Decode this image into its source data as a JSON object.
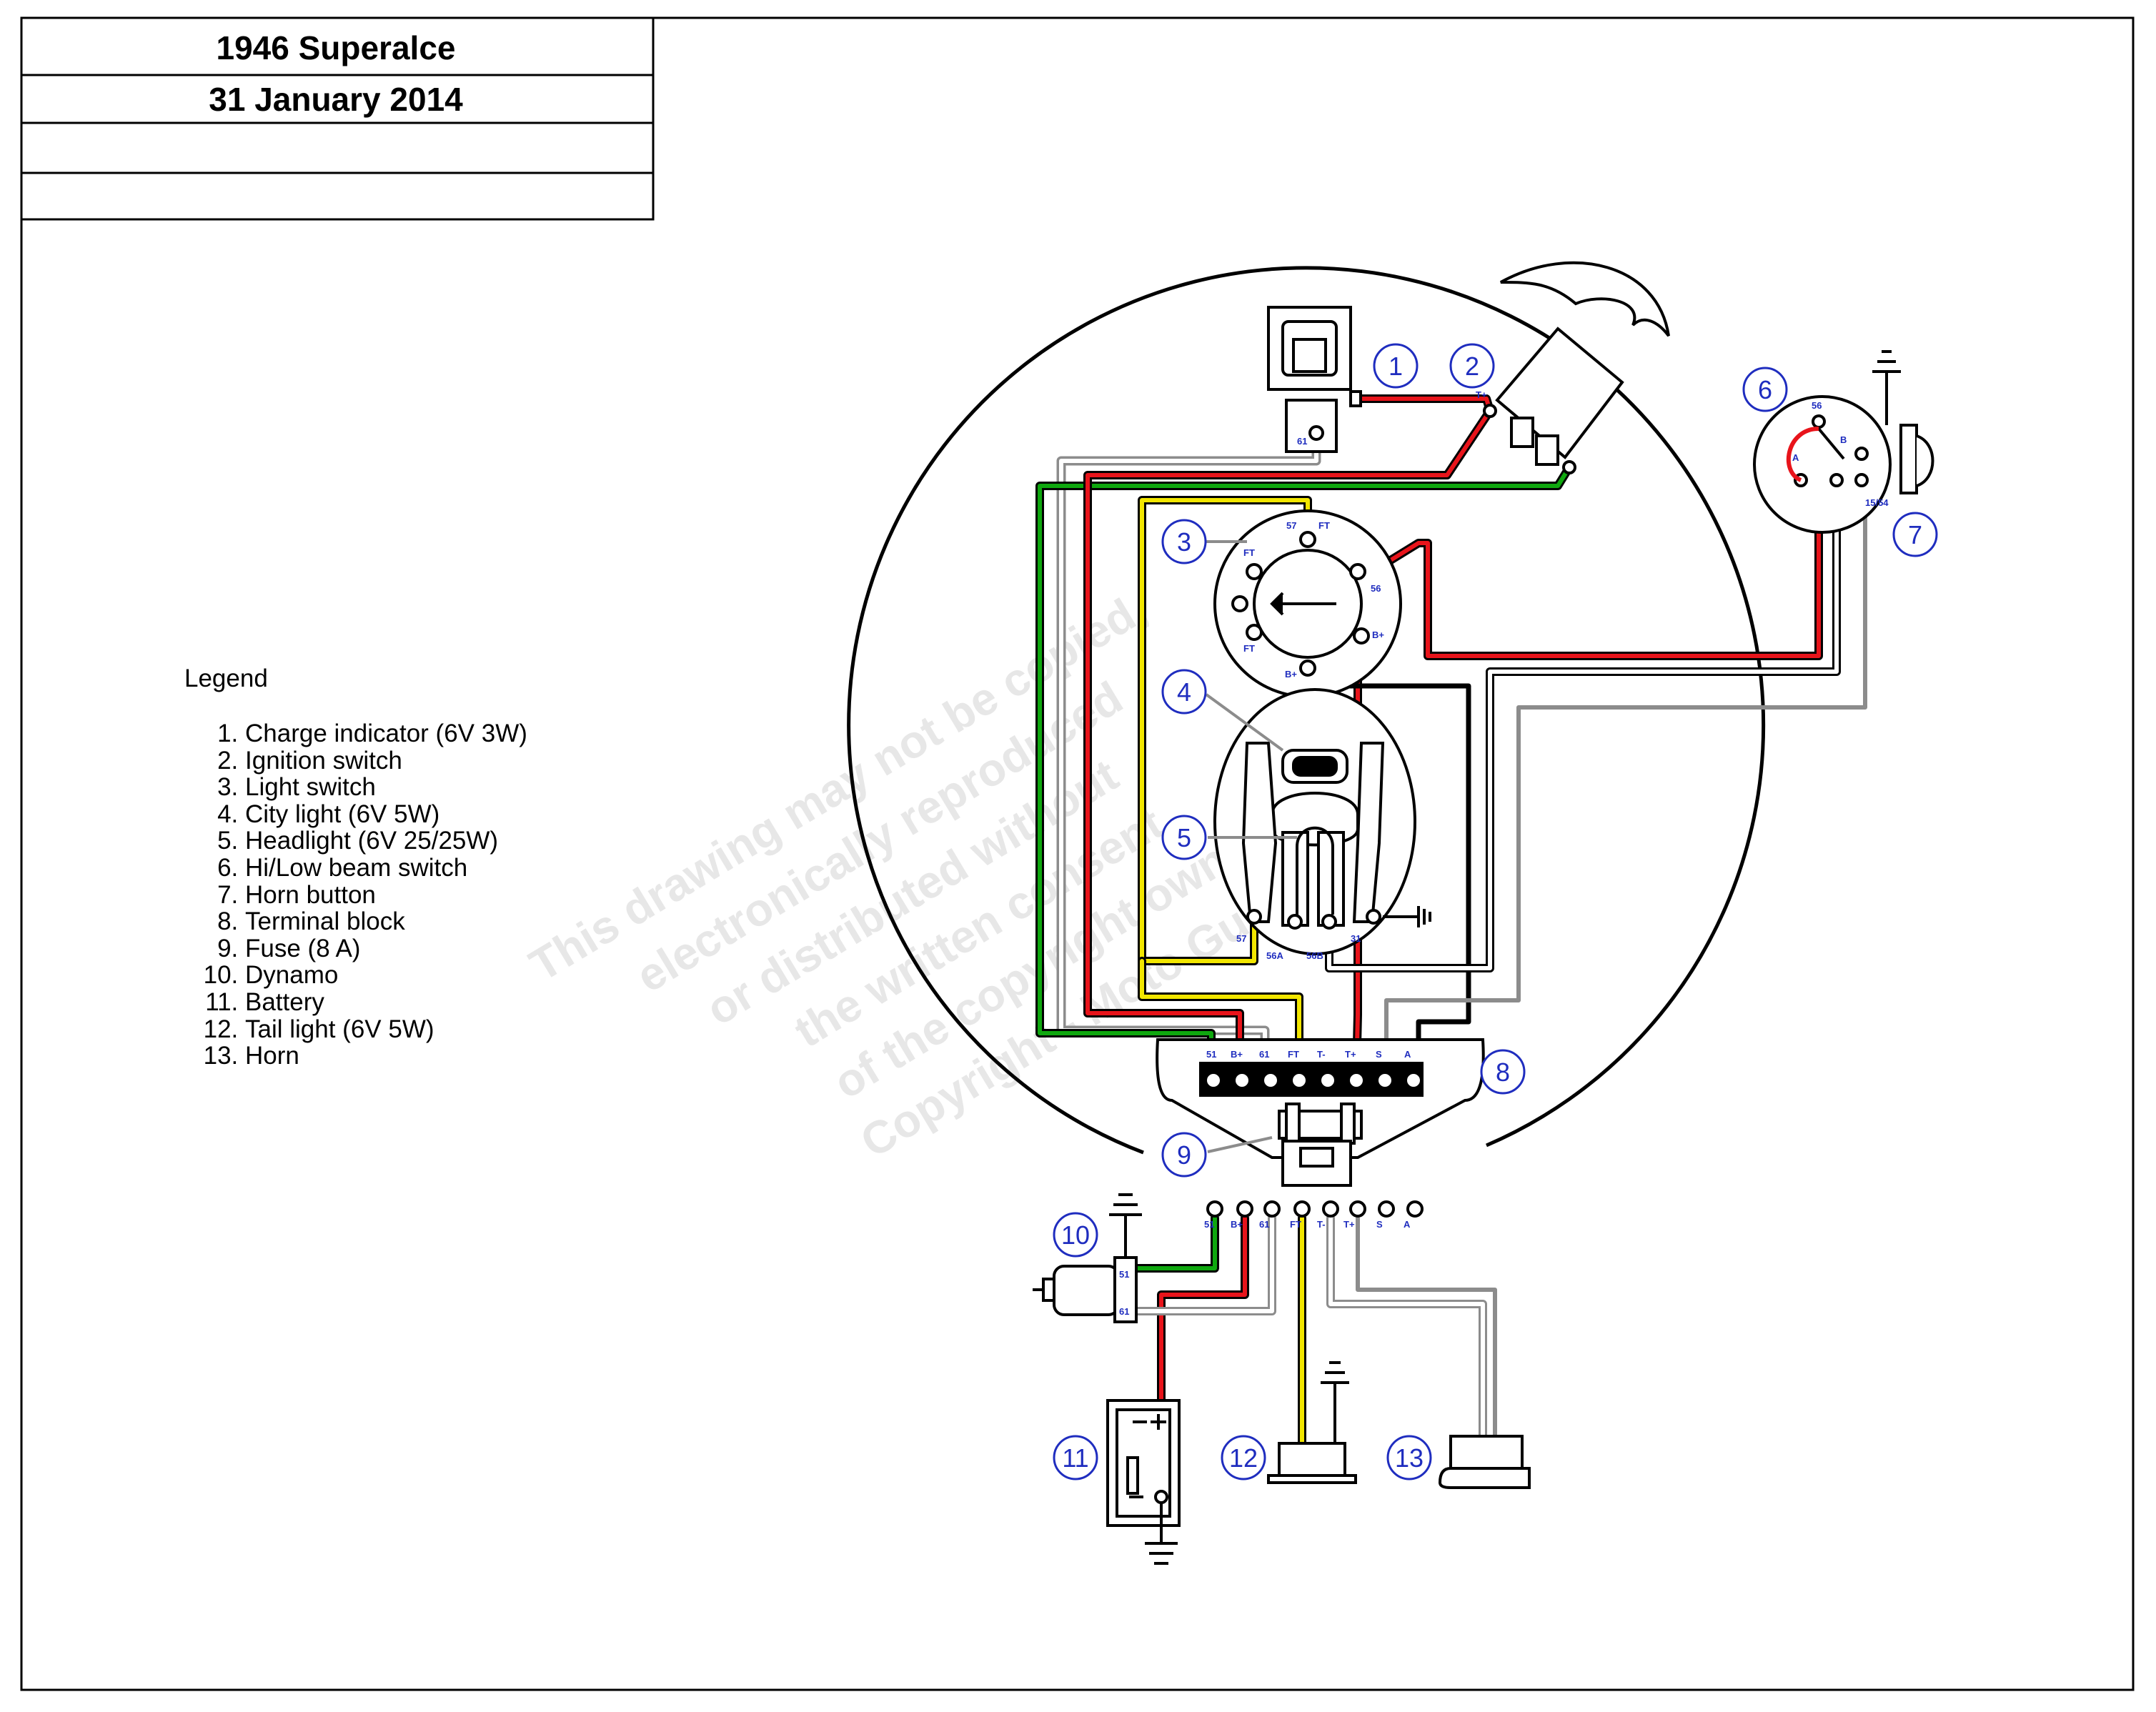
{
  "title_block": {
    "title": "1946 Superalce",
    "date": "31 January 2014",
    "row3": "",
    "row4": ""
  },
  "legend": {
    "heading": "Legend",
    "items": [
      "Charge indicator (6V 3W)",
      "Ignition switch",
      "Light switch",
      "City light (6V 5W)",
      "Headlight (6V 25/25W)",
      "Hi/Low beam switch",
      "Horn button",
      "Terminal block",
      "Fuse (8 A)",
      "Dynamo",
      "Battery",
      "Tail light (6V 5W)",
      "Horn"
    ]
  },
  "callouts": [
    "1",
    "2",
    "3",
    "4",
    "5",
    "6",
    "7",
    "8",
    "9",
    "10",
    "11",
    "12",
    "13"
  ],
  "terminal_block_labels": [
    "51",
    "B+",
    "61",
    "FT",
    "T-",
    "T+",
    "S",
    "A"
  ],
  "lower_terminal_labels": [
    "51",
    "B+",
    "61",
    "FT",
    "T-",
    "T+",
    "S",
    "A"
  ],
  "light_switch_labels": {
    "t57": "57",
    "ft_top": "FT",
    "ft_left_top": "FT",
    "ft_left_bottom": "FT",
    "t56": "56",
    "bplus_right": "B+",
    "bplus_bottom": "B+"
  },
  "headlight_labels": {
    "t57": "57",
    "t56a": "56A",
    "t56b": "56B",
    "t31": "31"
  },
  "charge_indicator_label": "61",
  "ignition_label": "T+",
  "beam_switch_labels": {
    "t56": "56",
    "a": "A",
    "b": "B",
    "t1554": "15/54"
  },
  "dynamo_labels": {
    "t51": "51",
    "t61": "61"
  },
  "watermark": [
    "This drawing may not be copied,",
    "electronically reproduced",
    "or distributed without",
    "the written consent",
    "of the copyright owner",
    "Copyright - Moto Guzzi"
  ],
  "wire_colors": {
    "red": "#e8141b",
    "green": "#0fa80f",
    "yellow": "#f2e600",
    "black": "#000000",
    "gray": "#8c8c8c",
    "white": "#ffffff"
  },
  "accent_color": "#1f2dbf"
}
